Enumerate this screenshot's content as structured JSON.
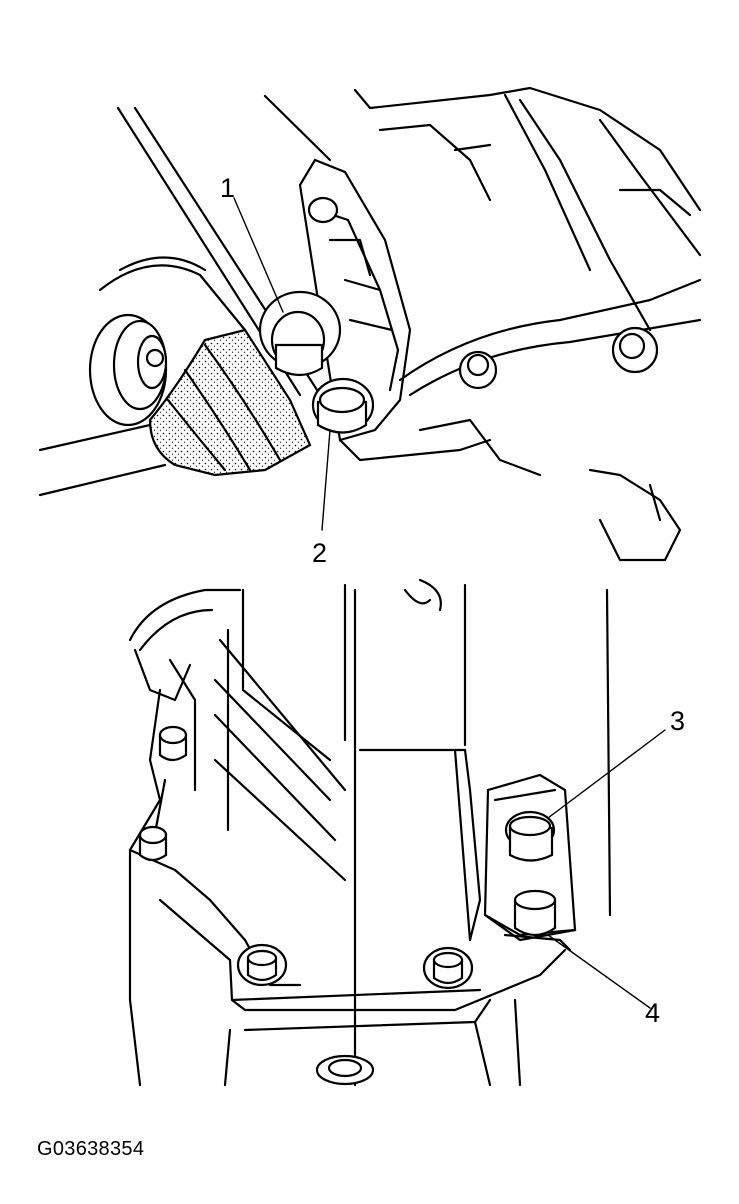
{
  "figure_id": "G03638354",
  "callouts": [
    {
      "number": "1"
    },
    {
      "number": "2"
    },
    {
      "number": "3"
    },
    {
      "number": "4"
    }
  ]
}
